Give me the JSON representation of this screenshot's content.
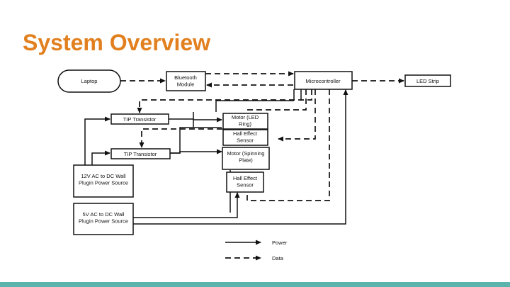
{
  "slide": {
    "title": "System Overview"
  },
  "diagram": {
    "nodes": {
      "laptop": [
        "Laptop"
      ],
      "bluetooth": [
        "Bluetooth",
        "Module"
      ],
      "microcontroller": [
        "Microcontroller"
      ],
      "led_strip": [
        "LED Strip"
      ],
      "tip1": [
        "TIP Transistor"
      ],
      "motor_led": [
        "Motor (LED",
        "Ring)"
      ],
      "hall1": [
        "Hall Effect",
        "Sensor"
      ],
      "tip2": [
        "TIP Transistor"
      ],
      "motor_plate": [
        "Motor (Spinning",
        "Plate)"
      ],
      "hall2": [
        "Hall Effect",
        "Sensor"
      ],
      "psu12": [
        "12V AC to DC Wall",
        "Plugin Power Source"
      ],
      "psu5": [
        "5V AC to DC Wall",
        "Plugin Power Source"
      ]
    },
    "legend": {
      "power": "Power",
      "data": "Data"
    }
  }
}
